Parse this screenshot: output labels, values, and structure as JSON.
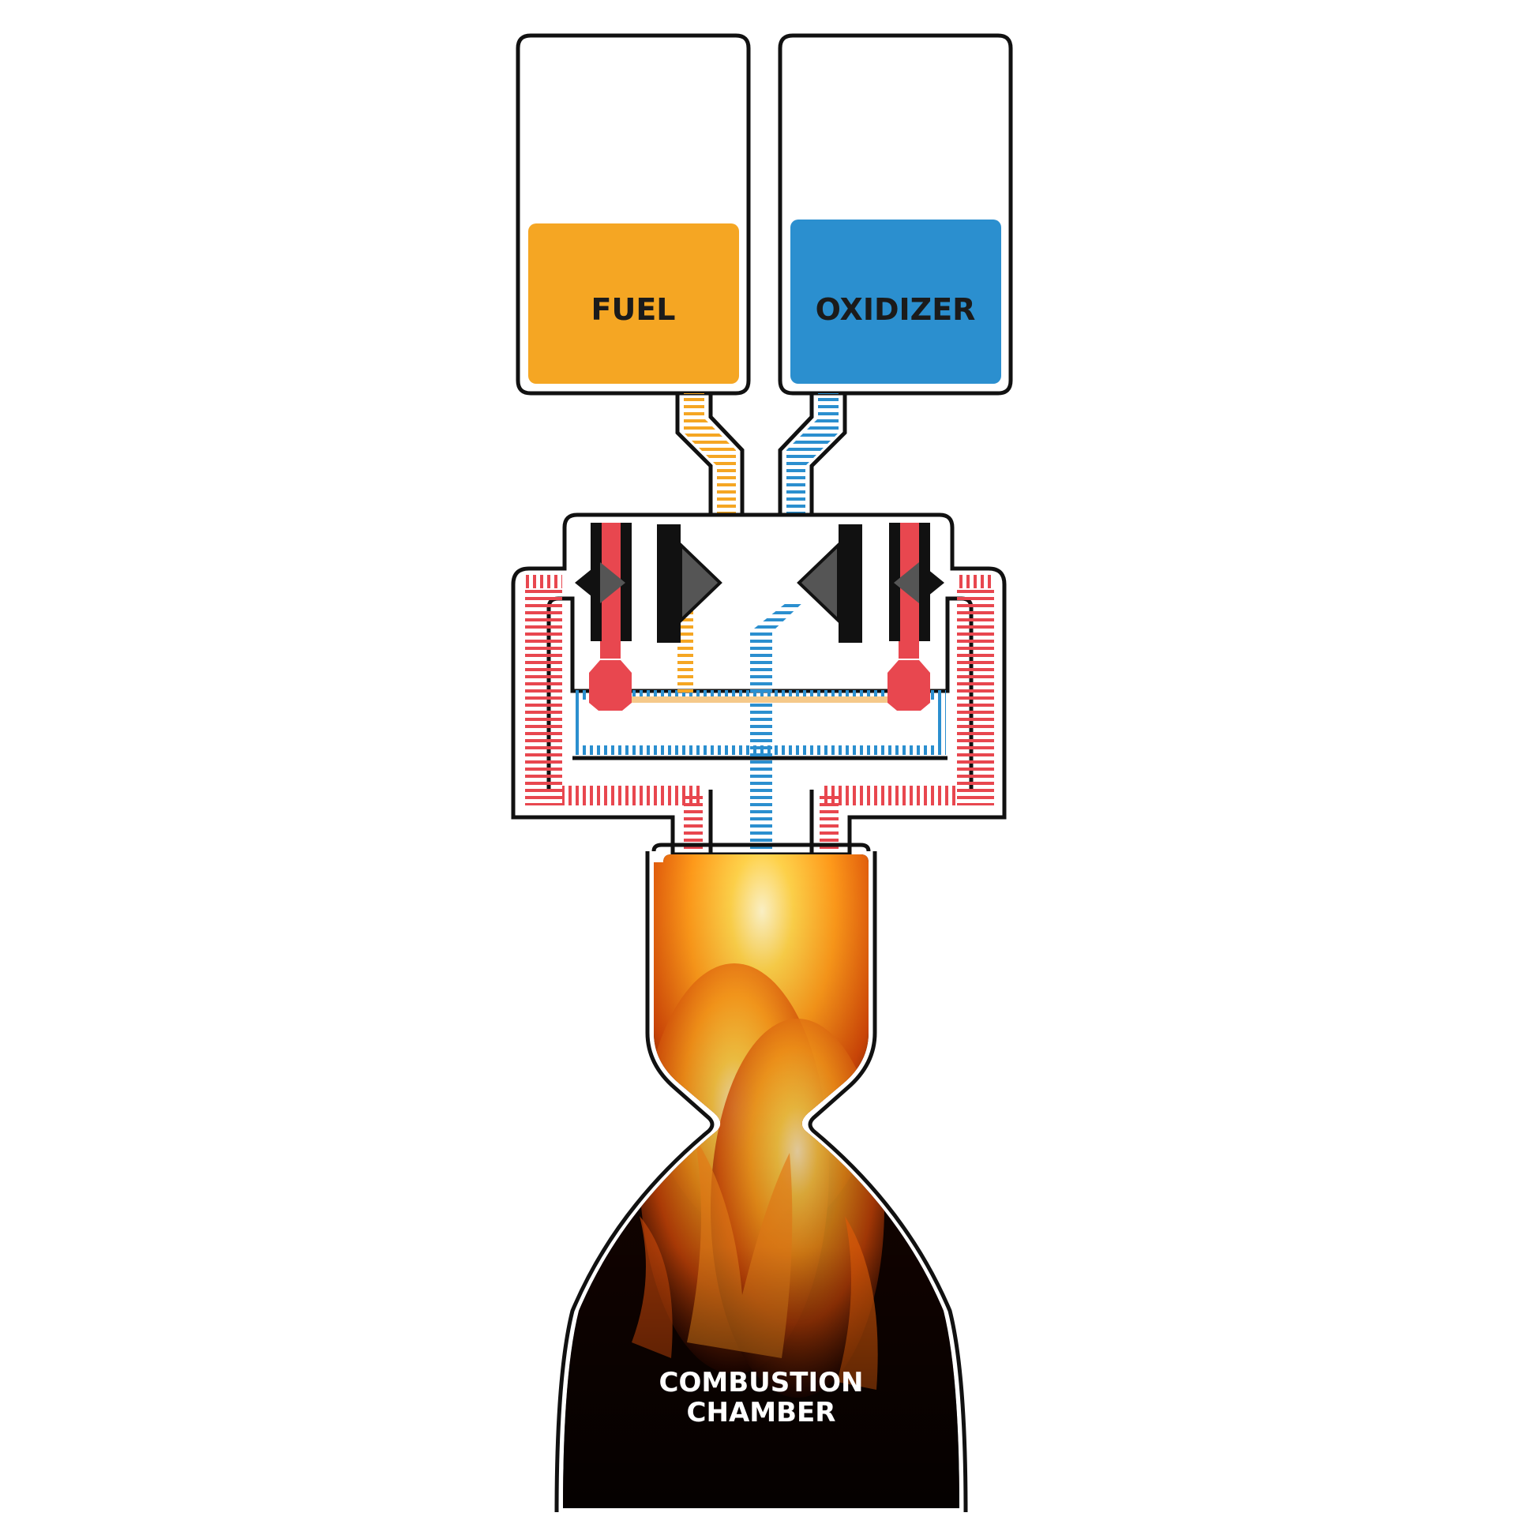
{
  "tanks": {
    "fuel": {
      "label": "FUEL",
      "color": "#F5A623"
    },
    "oxidizer": {
      "label": "OXIDIZER",
      "color": "#2B8FCF"
    }
  },
  "valves": {
    "coolant_color": "#E8474F",
    "body_color": "#111111",
    "cone_color": "#666666"
  },
  "chamber": {
    "label_line1": "COMBUSTION",
    "label_line2": "CHAMBER"
  }
}
